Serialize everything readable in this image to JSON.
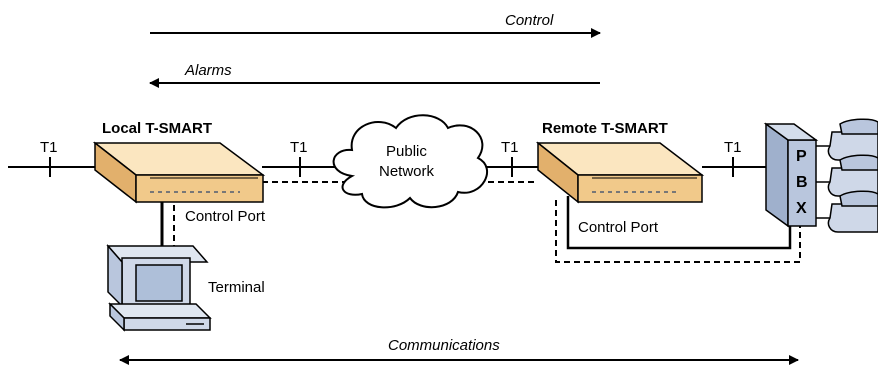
{
  "arrows": {
    "control": "Control",
    "alarms": "Alarms",
    "communications": "Communications"
  },
  "local_unit": {
    "title": "Local T-SMART",
    "control_port": "Control Port",
    "terminal": "Terminal"
  },
  "remote_unit": {
    "title": "Remote T-SMART",
    "control_port": "Control Port"
  },
  "network": {
    "line1": "Public",
    "line2": "Network"
  },
  "t1_label": "T1",
  "pbx": {
    "letters": [
      "P",
      "B",
      "X"
    ]
  },
  "colors": {
    "box_top": "#fbe6c0",
    "box_front": "#f1c98a",
    "box_side": "#e2b06c",
    "pbx_fill": "#b9c6dd",
    "phone_fill": "#cfd8e8",
    "terminal_screen": "#aebfd9"
  }
}
